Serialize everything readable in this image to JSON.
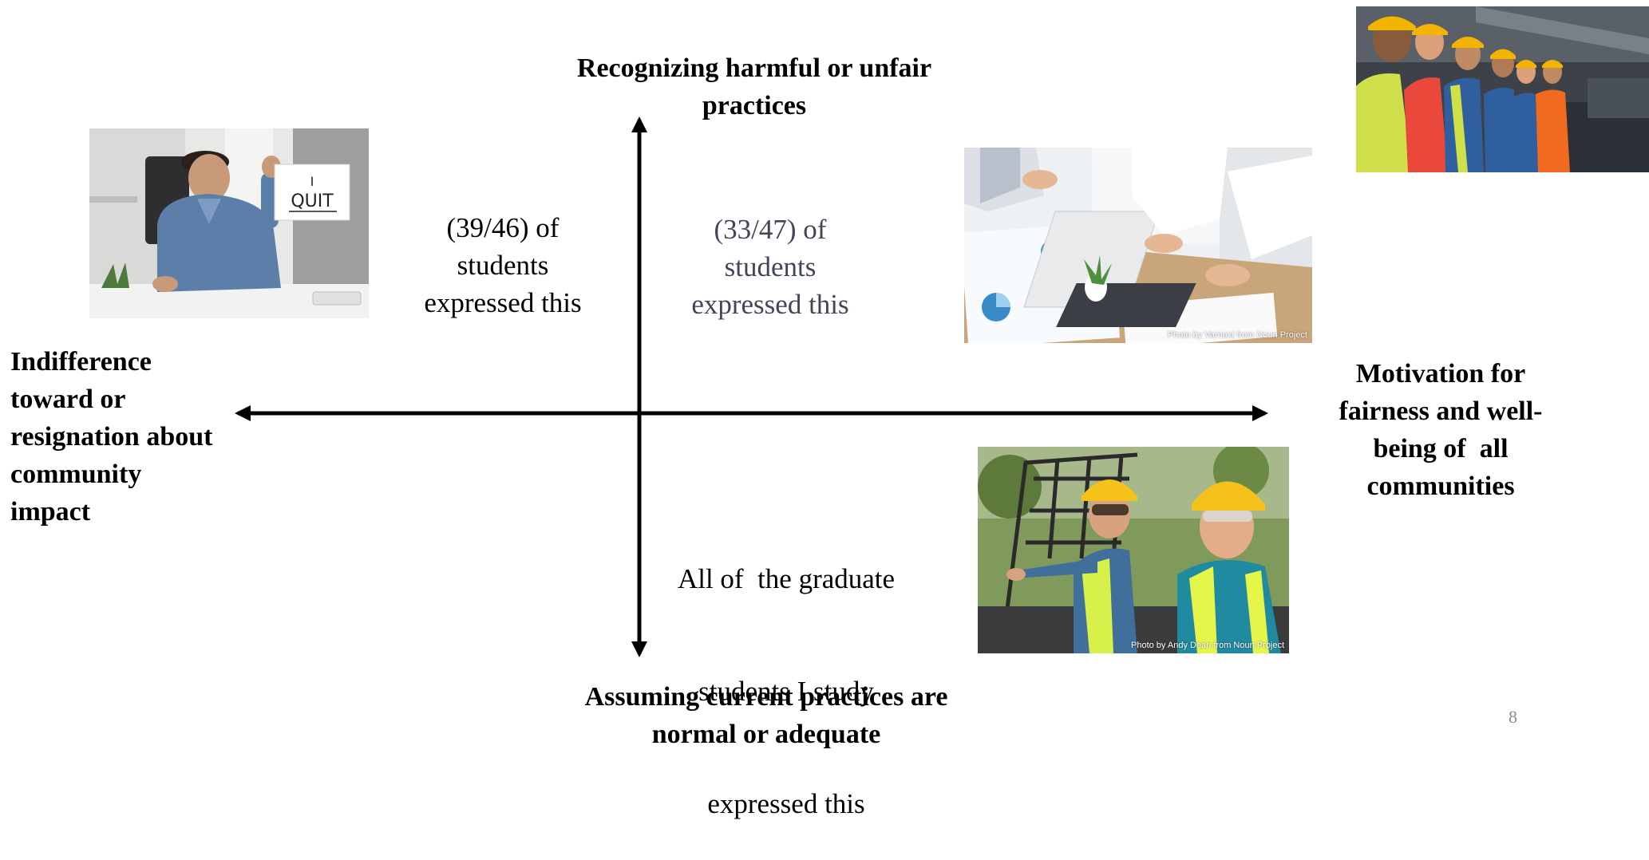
{
  "axes": {
    "top_label": "Recognizing harmful or unfair practices",
    "top_label_line1": "Recognizing harmful or unfair",
    "top_label_line2": "practices",
    "bottom_label_line1": "Assuming current practices are",
    "bottom_label_line2": "normal or adequate",
    "left_label_lines": [
      "Indifference",
      "toward or",
      "resignation about",
      "community",
      "impact"
    ],
    "right_label_lines": [
      "Motivation for",
      "fairness and well-",
      "being of  all",
      "communities"
    ]
  },
  "quadrants": {
    "top_left": [
      "(39/46) of",
      "students",
      "expressed this"
    ],
    "top_right": [
      "(33/47) of",
      "students",
      "expressed this"
    ],
    "bottom_right": [
      "All of  the graduate",
      "students I study",
      "expressed this"
    ]
  },
  "photos": {
    "quit": {
      "icon": "person-holding-quit-sign",
      "sign_line1": "I",
      "sign_line2": "QUIT"
    },
    "office": {
      "icon": "office-team-analyzing-charts",
      "credit": "Photo by Varnext from Noun Project"
    },
    "workers_row": {
      "icon": "factory-workers-in-hard-hats"
    },
    "construction": {
      "icon": "construction-workers-pointing",
      "credit": "Photo by Andy Dean from Noun Project"
    }
  },
  "slide_number": "8",
  "colors": {
    "text": "#000000",
    "quadrant_muted": "#404656",
    "slide_number": "#8c8c8c"
  }
}
